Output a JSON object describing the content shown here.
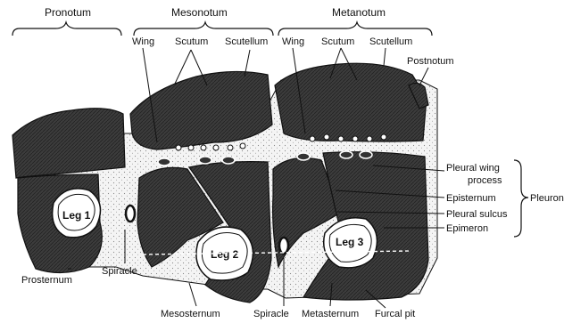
{
  "regions": {
    "pronotum": "Pronotum",
    "mesonotum": "Mesonotum",
    "metanotum": "Metanotum"
  },
  "labels": {
    "wing_meso": "Wing",
    "scutum_meso": "Scutum",
    "scutellum_meso": "Scutellum",
    "wing_meta": "Wing",
    "scutum_meta": "Scutum",
    "scutellum_meta": "Scutellum",
    "postnotum": "Postnotum",
    "pleural_wing_process_1": "Pleural wing",
    "pleural_wing_process_2": "process",
    "episternum": "Episternum",
    "pleural_sulcus": "Pleural sulcus",
    "epimeron": "Epimeron",
    "pleuron": "Pleuron",
    "leg1": "Leg 1",
    "leg2": "Leg 2",
    "leg3": "Leg 3",
    "spiracle_1": "Spiracle",
    "spiracle_2": "Spiracle",
    "prosternum": "Prosternum",
    "mesosternum": "Mesosternum",
    "metasternum": "Metasternum",
    "furcal_pit": "Furcal pit"
  },
  "colors": {
    "sclerite_dark": "#3a3a3a",
    "membrane": "#e9e9e9",
    "ink": "#111111"
  }
}
